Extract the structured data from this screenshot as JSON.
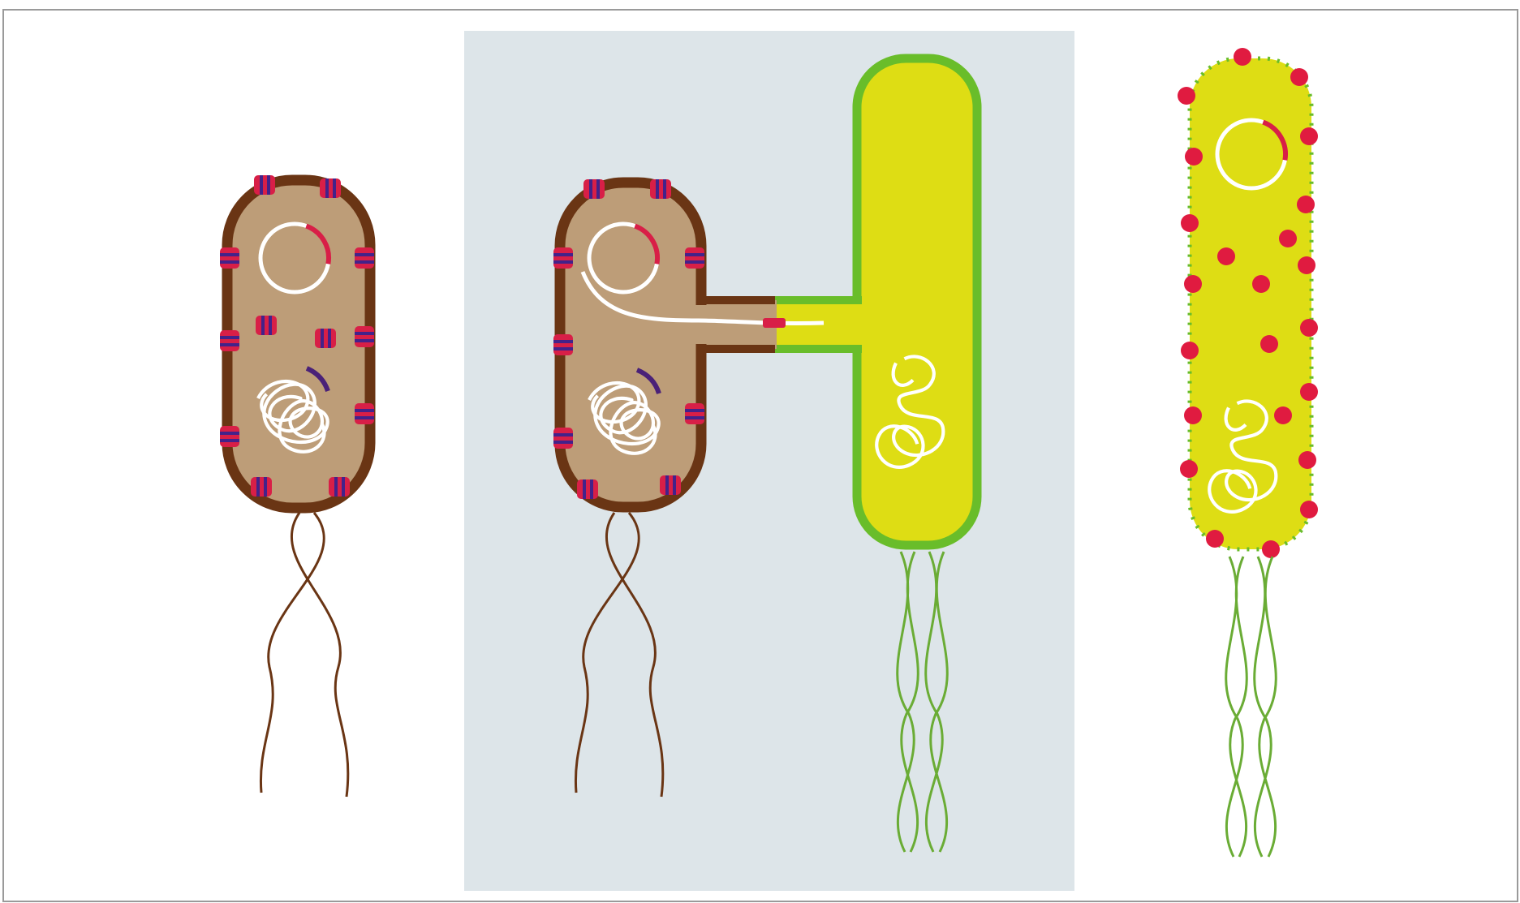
{
  "colors": {
    "background": "#ffffff",
    "frame": "#9a9a9a",
    "panel": "#dde5e9",
    "donor_wall": "#6a3514",
    "donor_cytoplasm": "#bd9d78",
    "donor_flagella": "#6a3514",
    "recipient_wall": "#69bd2a",
    "recipient_cytoplasm": "#dedd14",
    "recipient_flagella": "#6aac35",
    "dna": "#ffffff",
    "gene_marker": "#d81f47",
    "chromosome_marker": "#4a2178",
    "surface_protein_red": "#d81f47",
    "surface_protein_blue": "#43228a",
    "expressed_protein": "#e01b40"
  },
  "icons": [
    "donor-bacterium-icon",
    "conjugation-pilus-icon",
    "recipient-bacterium-icon",
    "transformed-bacterium-icon",
    "plasmid-icon",
    "chromosome-icon",
    "flagellum-icon",
    "surface-protein-icon"
  ],
  "diagram": {
    "panels": [
      {
        "id": "donor",
        "shaded": false
      },
      {
        "id": "conjugation",
        "shaded": true
      },
      {
        "id": "transformed",
        "shaded": false
      }
    ]
  }
}
